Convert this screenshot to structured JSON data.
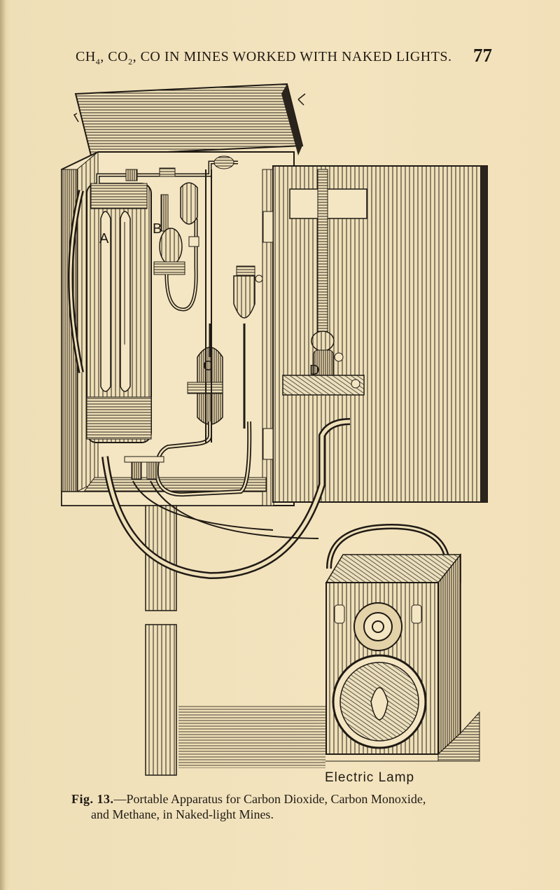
{
  "header": {
    "title_parts": [
      "CH",
      "4",
      ", CO",
      "2",
      ", CO IN MINES WORKED WITH NAKED LIGHTS."
    ],
    "page_number": "77"
  },
  "figure": {
    "part_labels": [
      "A",
      "B",
      "C",
      "D"
    ],
    "lamp_label": "Electric Lamp"
  },
  "caption": {
    "figure_number": "Fig. 13.",
    "line1": "—Portable Apparatus for Carbon Dioxide, Carbon Monoxide,",
    "line2": "and Methane, in Naked-light Mines."
  }
}
